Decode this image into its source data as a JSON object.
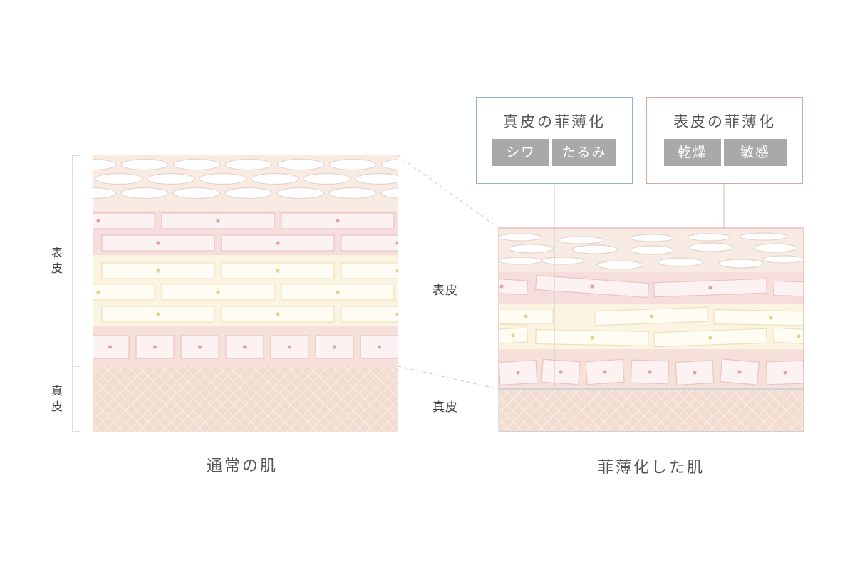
{
  "left_panel": {
    "caption": "通常の肌",
    "bracket_labels": {
      "epidermis": "表皮",
      "dermis": "真皮"
    }
  },
  "right_panel": {
    "caption": "菲薄化した肌",
    "side_labels": {
      "epidermis": "表皮",
      "dermis": "真皮"
    }
  },
  "callouts": [
    {
      "title": "真皮の菲薄化",
      "tags": [
        "シワ",
        "たるみ"
      ],
      "border_color": "#8fb6cf"
    },
    {
      "title": "表皮の菲薄化",
      "tags": [
        "乾燥",
        "敏感"
      ],
      "border_color": "#d9a79d"
    }
  ],
  "colors": {
    "tag_bg": "#a9a9a9",
    "cell_dot_pink": "#e3a1a8",
    "cell_dot_yellow": "#e6d08e",
    "dermis": "#f3ddd0",
    "outline_pink": "#e0a2a2",
    "outline_blue": "#a9c3dd"
  }
}
